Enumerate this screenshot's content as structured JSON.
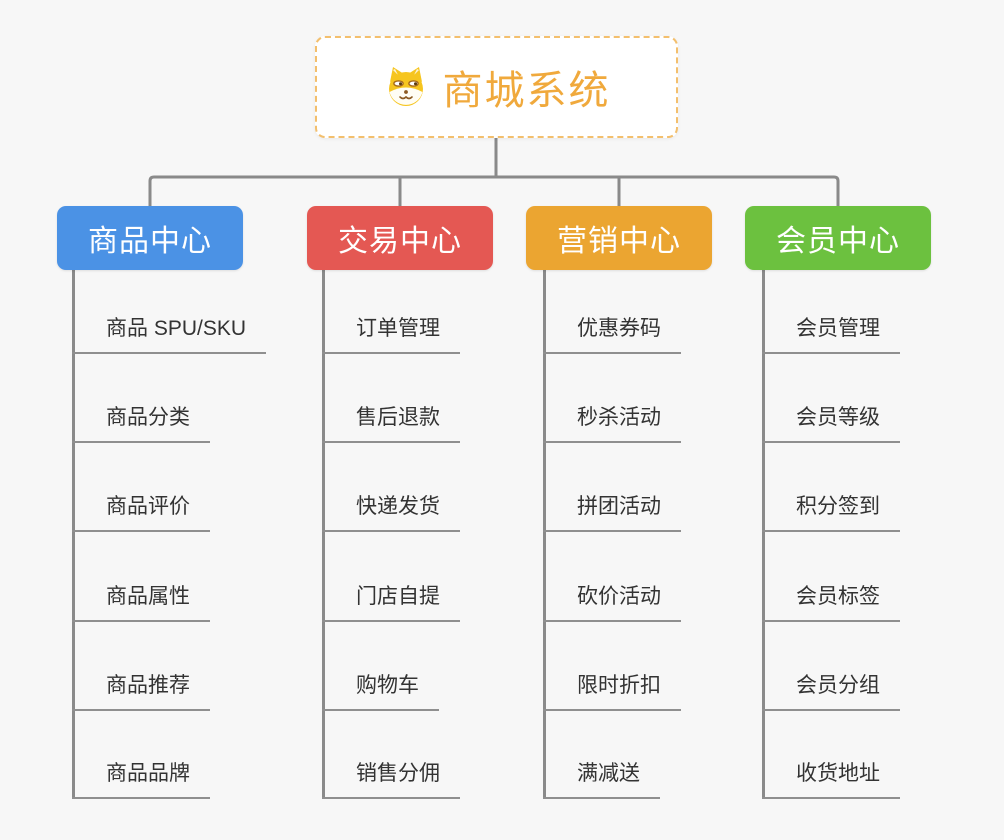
{
  "root": {
    "title": "商城系统",
    "icon": "dog-icon",
    "text_color": "#f0a93c",
    "border_color": "#f3bf6d",
    "background": "#ffffff"
  },
  "canvas": {
    "background": "#f7f7f7",
    "connector_color": "#8a8a8a",
    "leaf_underline_color": "#8f8f8f",
    "leaf_text_color": "#333333"
  },
  "branches": [
    {
      "label": "商品中心",
      "color": "#4b92e5",
      "items": [
        "商品 SPU/SKU",
        "商品分类",
        "商品评价",
        "商品属性",
        "商品推荐",
        "商品品牌"
      ]
    },
    {
      "label": "交易中心",
      "color": "#e45853",
      "items": [
        "订单管理",
        "售后退款",
        "快递发货",
        "门店自提",
        "购物车",
        "销售分佣"
      ]
    },
    {
      "label": "营销中心",
      "color": "#eba531",
      "items": [
        "优惠券码",
        "秒杀活动",
        "拼团活动",
        "砍价活动",
        "限时折扣",
        "满减送"
      ]
    },
    {
      "label": "会员中心",
      "color": "#6cc13f",
      "items": [
        "会员管理",
        "会员等级",
        "积分签到",
        "会员标签",
        "会员分组",
        "收货地址"
      ]
    }
  ]
}
